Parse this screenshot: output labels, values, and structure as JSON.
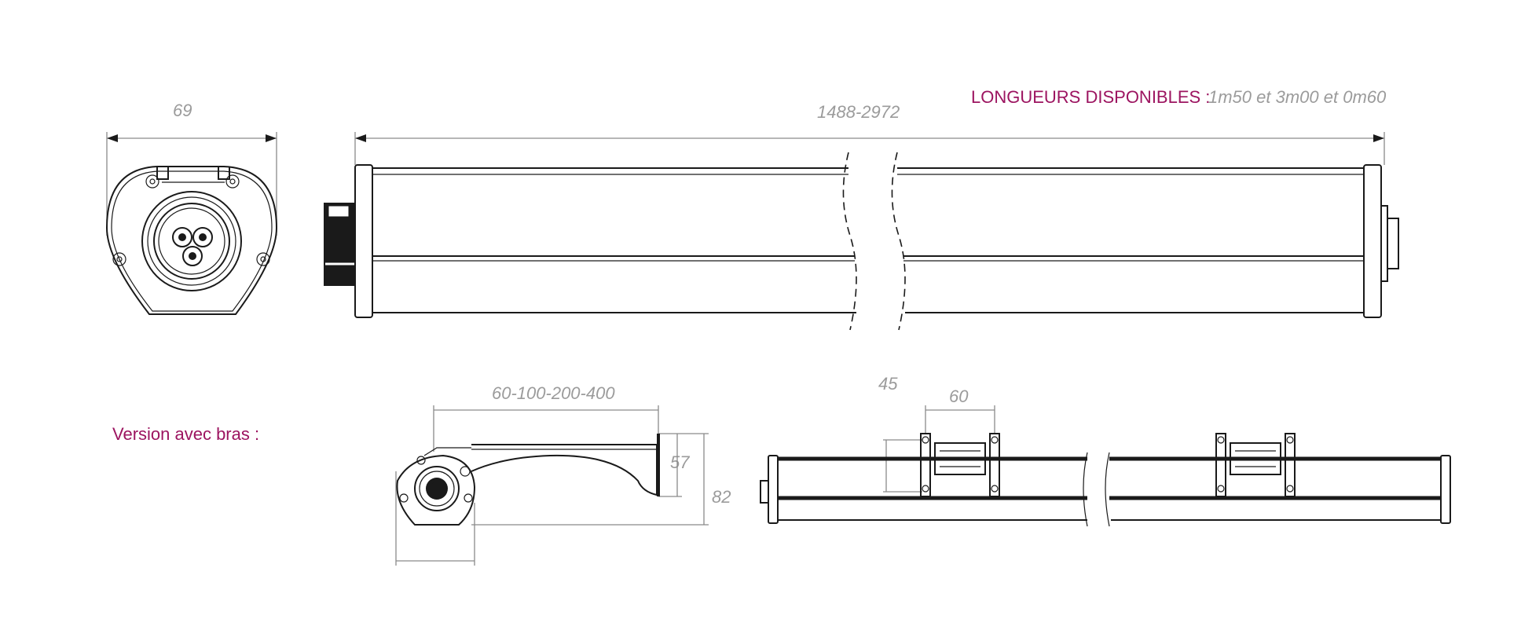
{
  "header": {
    "lengths_label": "LONGUEURS DISPONIBLES :",
    "lengths_values": "1m50 et 3m00 et 0m60"
  },
  "top_view": {
    "end_width": "69",
    "length_range": "1488-2972"
  },
  "arm_version": {
    "label": "Version avec bras :",
    "arm_lengths": "60-100-200-400",
    "height_57": "57",
    "height_82": "82",
    "bracket_45": "45",
    "bracket_60": "60"
  },
  "colors": {
    "accent": "#9c1460",
    "dimension_text": "#9b9b9b",
    "line": "#1a1a1a"
  }
}
